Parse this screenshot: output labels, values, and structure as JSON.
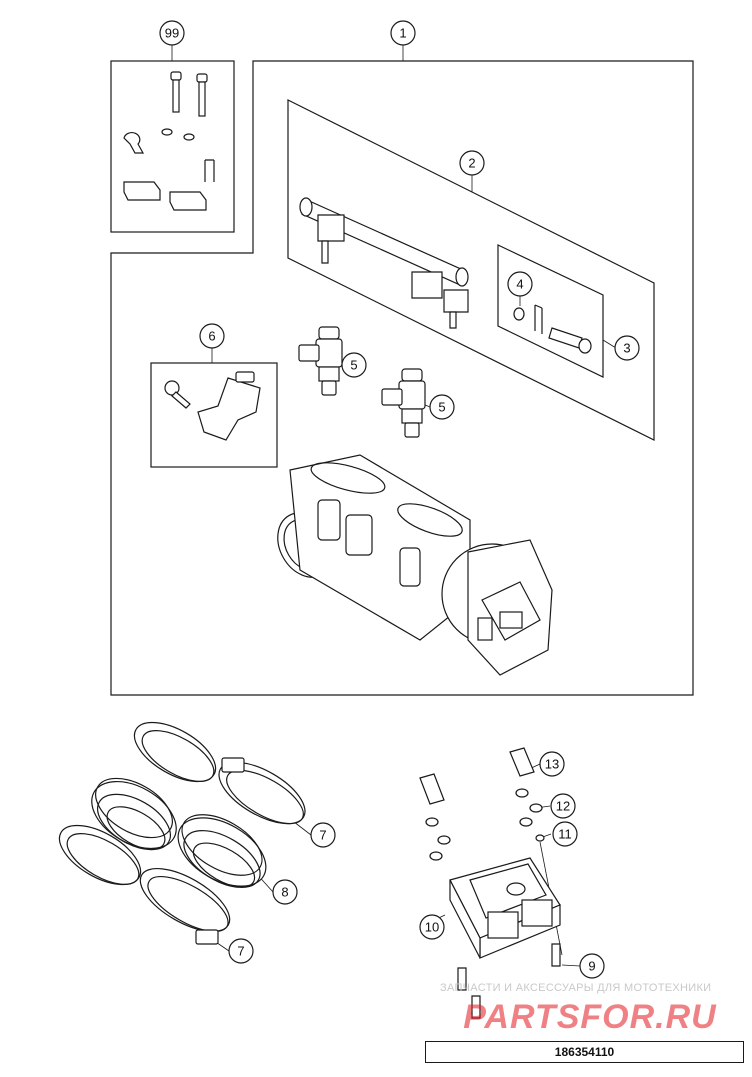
{
  "callouts": {
    "c99": "99",
    "c1": "1",
    "c2": "2",
    "c3": "3",
    "c4": "4",
    "c5a": "5",
    "c5b": "5",
    "c6": "6",
    "c7a": "7",
    "c7b": "7",
    "c8": "8",
    "c9": "9",
    "c10": "10",
    "c11": "11",
    "c12": "12",
    "c13": "13"
  },
  "watermark": {
    "tagline": "ЗАПЧАСТИ И АКСЕССУАРЫ ДЛЯ МОТОТЕХНИКИ",
    "logo": "PARTSFOR.RU",
    "color": "#e31b23"
  },
  "diagram_code": "186354110"
}
